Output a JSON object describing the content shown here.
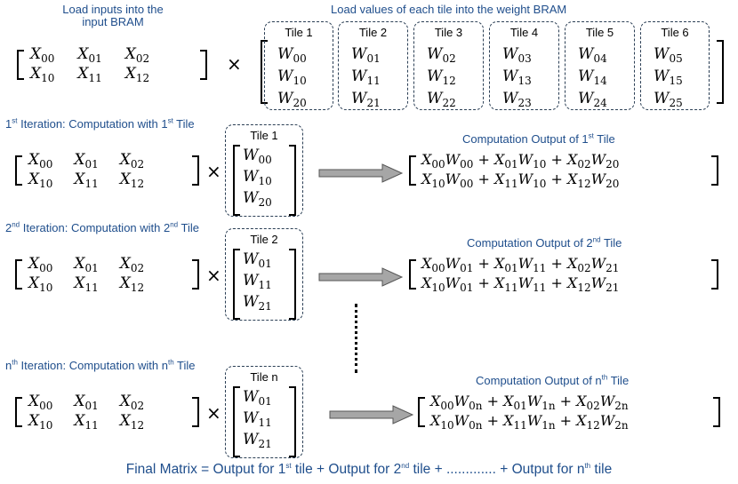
{
  "header": {
    "left_line1": "Load inputs into the",
    "left_line2": "input BRAM",
    "right": "Load values of each tile into the weight BRAM"
  },
  "input_matrix": {
    "row1": [
      {
        "b": "X",
        "s": "00"
      },
      {
        "b": "X",
        "s": "01"
      },
      {
        "b": "X",
        "s": "02"
      }
    ],
    "row2": [
      {
        "b": "X",
        "s": "10"
      },
      {
        "b": "X",
        "s": "11"
      },
      {
        "b": "X",
        "s": "12"
      }
    ]
  },
  "times_symbol": "×",
  "tiles": [
    {
      "label": "Tile 1",
      "w": [
        {
          "b": "W",
          "s": "00"
        },
        {
          "b": "W",
          "s": "10"
        },
        {
          "b": "W",
          "s": "20"
        }
      ]
    },
    {
      "label": "Tile 2",
      "w": [
        {
          "b": "W",
          "s": "01"
        },
        {
          "b": "W",
          "s": "11"
        },
        {
          "b": "W",
          "s": "21"
        }
      ]
    },
    {
      "label": "Tile 3",
      "w": [
        {
          "b": "W",
          "s": "02"
        },
        {
          "b": "W",
          "s": "12"
        },
        {
          "b": "W",
          "s": "22"
        }
      ]
    },
    {
      "label": "Tile 4",
      "w": [
        {
          "b": "W",
          "s": "03"
        },
        {
          "b": "W",
          "s": "13"
        },
        {
          "b": "W",
          "s": "23"
        }
      ]
    },
    {
      "label": "Tile 5",
      "w": [
        {
          "b": "W",
          "s": "04"
        },
        {
          "b": "W",
          "s": "14"
        },
        {
          "b": "W",
          "s": "24"
        }
      ]
    },
    {
      "label": "Tile 6",
      "w": [
        {
          "b": "W",
          "s": "05"
        },
        {
          "b": "W",
          "s": "15"
        },
        {
          "b": "W",
          "s": "25"
        }
      ]
    }
  ],
  "iterations": [
    {
      "title_pre": "1",
      "title_sup": "st",
      "title_mid": " Iteration: Computation with 1",
      "title_sup2": "st",
      "title_post": " Tile",
      "out_pre": "Computation Output of 1",
      "out_sup": "st",
      "out_post": " Tile",
      "tile_label": "Tile 1",
      "w": [
        {
          "b": "W",
          "s": "00"
        },
        {
          "b": "W",
          "s": "10"
        },
        {
          "b": "W",
          "s": "20"
        }
      ],
      "out_row1": [
        {
          "b": "X",
          "s": "00"
        },
        {
          "b": "W",
          "s": "00"
        },
        "+",
        {
          "b": "X",
          "s": "01"
        },
        {
          "b": "W",
          "s": "10"
        },
        "+",
        {
          "b": "X",
          "s": "02"
        },
        {
          "b": "W",
          "s": "20"
        }
      ],
      "out_row2": [
        {
          "b": "X",
          "s": "10"
        },
        {
          "b": "W",
          "s": "00"
        },
        "+",
        {
          "b": "X",
          "s": "11"
        },
        {
          "b": "W",
          "s": "10"
        },
        "+",
        {
          "b": "X",
          "s": "12"
        },
        {
          "b": "W",
          "s": "20"
        }
      ]
    },
    {
      "title_pre": "2",
      "title_sup": "nd",
      "title_mid": " Iteration: Computation with 2",
      "title_sup2": "nd",
      "title_post": " Tile",
      "out_pre": "Computation Output of 2",
      "out_sup": "nd",
      "out_post": " Tile",
      "tile_label": "Tile 2",
      "w": [
        {
          "b": "W",
          "s": "01"
        },
        {
          "b": "W",
          "s": "11"
        },
        {
          "b": "W",
          "s": "21"
        }
      ],
      "out_row1": [
        {
          "b": "X",
          "s": "00"
        },
        {
          "b": "W",
          "s": "01"
        },
        "+",
        {
          "b": "X",
          "s": "01"
        },
        {
          "b": "W",
          "s": "11"
        },
        "+",
        {
          "b": "X",
          "s": "02"
        },
        {
          "b": "W",
          "s": "21"
        }
      ],
      "out_row2": [
        {
          "b": "X",
          "s": "10"
        },
        {
          "b": "W",
          "s": "01"
        },
        "+",
        {
          "b": "X",
          "s": "11"
        },
        {
          "b": "W",
          "s": "11"
        },
        "+",
        {
          "b": "X",
          "s": "12"
        },
        {
          "b": "W",
          "s": "21"
        }
      ]
    },
    {
      "title_pre": "n",
      "title_sup": "th",
      "title_mid": " Iteration: Computation with n",
      "title_sup2": "th",
      "title_post": " Tile",
      "out_pre": "Computation Output of n",
      "out_sup": "th",
      "out_post": " Tile",
      "tile_label": "Tile n",
      "w": [
        {
          "b": "W",
          "s": "01"
        },
        {
          "b": "W",
          "s": "11"
        },
        {
          "b": "W",
          "s": "21"
        }
      ],
      "out_row1": [
        {
          "b": "X",
          "s": "00"
        },
        {
          "b": "W",
          "s": "0n"
        },
        "+",
        {
          "b": "X",
          "s": "01"
        },
        {
          "b": "W",
          "s": "1n"
        },
        "+",
        {
          "b": "X",
          "s": "02"
        },
        {
          "b": "W",
          "s": "2n"
        }
      ],
      "out_row2": [
        {
          "b": "X",
          "s": "10"
        },
        {
          "b": "W",
          "s": "0n"
        },
        "+",
        {
          "b": "X",
          "s": "11"
        },
        {
          "b": "W",
          "s": "1n"
        },
        "+",
        {
          "b": "X",
          "s": "12"
        },
        {
          "b": "W",
          "s": "2n"
        }
      ]
    }
  ],
  "final": {
    "p1": "Final Matrix = Output for 1",
    "s1": "st",
    "p2": " tile + Output for 2",
    "s2": "nd",
    "p3": " tile + ............. + Output for n",
    "s3": "th",
    "p4": " tile"
  },
  "colors": {
    "caption": "#1f4e8c",
    "tile_border": "#2b3f55",
    "arrow_fill": "#a6a6a6"
  }
}
